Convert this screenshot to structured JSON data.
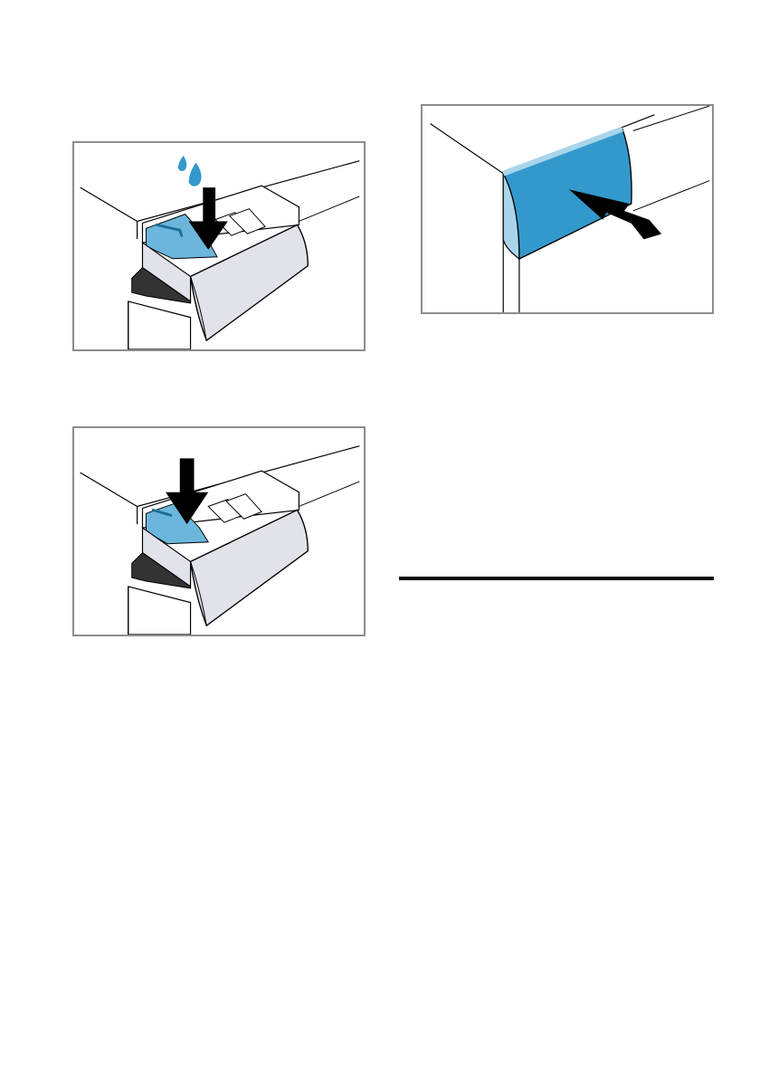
{
  "colors": {
    "accent_blue": "#3399cc",
    "light_blue": "#a9d5ea",
    "insert_blue": "#6cb6dc",
    "panel_grey": "#e1e2ea",
    "frame_grey": "#8c8c8c",
    "rule_black": "#000000"
  },
  "figures": [
    {
      "id": "fill-liquid",
      "icons": [
        "liquid-drop-icon",
        "arrow-down-icon"
      ]
    },
    {
      "id": "push-insert",
      "icons": [
        "arrow-down-icon"
      ]
    },
    {
      "id": "close-drawer",
      "icons": [
        "arrow-push-icon"
      ]
    }
  ]
}
